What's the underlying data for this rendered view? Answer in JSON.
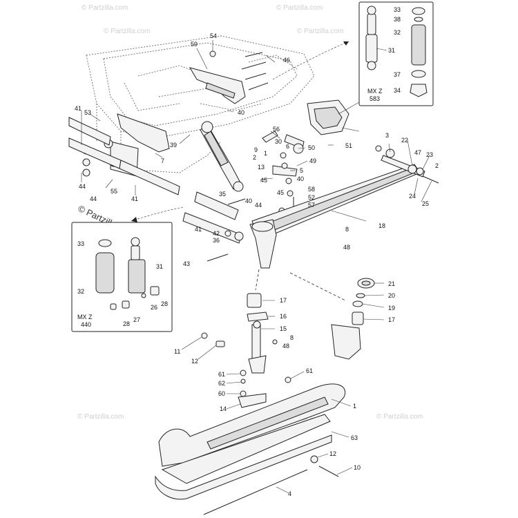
{
  "watermarks": {
    "top_left": "© Partzilla.com",
    "top_mid": "© Partzilla.com",
    "top_right": "© Partzilla.com",
    "left_center": "© Partzilla.com",
    "bottom_left": "© Partzilla.com",
    "bottom_right": "© Partzilla.com",
    "center": "© Partzilla.com"
  },
  "insets": {
    "upper": {
      "label_line1": "MX Z",
      "label_line2": "583"
    },
    "lower": {
      "label_line1": "MX Z",
      "label_line2": "440"
    }
  },
  "callouts": {
    "c54": "54",
    "c59": "59",
    "c46": "46",
    "c40a": "40",
    "c41a": "41",
    "c53": "53",
    "c39": "39",
    "c7": "7",
    "c44a": "44",
    "c44b": "44",
    "c55": "55",
    "c41b": "41",
    "c56": "56",
    "c51": "51",
    "c9": "9",
    "c30": "30",
    "c6": "6",
    "c50": "50",
    "c2a": "2",
    "c1a": "1",
    "c13": "13",
    "c49": "49",
    "c45a": "45",
    "c5": "5",
    "c40b": "40",
    "c58": "58",
    "c45b": "45",
    "c52": "52",
    "c57": "57",
    "c35": "35",
    "c40c": "40",
    "c44c": "44",
    "c41c": "41",
    "c42": "42",
    "c36": "36",
    "c43": "43",
    "c3": "3",
    "c22": "22",
    "c47": "47",
    "c23": "23",
    "c2b": "2",
    "c24": "24",
    "c25": "25",
    "c18": "18",
    "c8a": "8",
    "c48a": "48",
    "c21": "21",
    "c20": "20",
    "c19": "19",
    "c17a": "17",
    "c17b": "17",
    "c16": "16",
    "c15": "15",
    "c8b": "8",
    "c48b": "48",
    "c11": "11",
    "c12a": "12",
    "c61a": "61",
    "c62": "62",
    "c60": "60",
    "c14": "14",
    "c61b": "61",
    "c1b": "1",
    "c63": "63",
    "c12b": "12",
    "c10": "10",
    "c4": "4",
    "i_upper_33": "33",
    "i_upper_38": "38",
    "i_upper_32": "32",
    "i_upper_31": "31",
    "i_upper_37": "37",
    "i_upper_34": "34",
    "i_lower_33": "33",
    "i_lower_31": "31",
    "i_lower_32": "32",
    "i_lower_26": "26",
    "i_lower_28a": "28",
    "i_lower_27": "27",
    "i_lower_28b": "28"
  }
}
